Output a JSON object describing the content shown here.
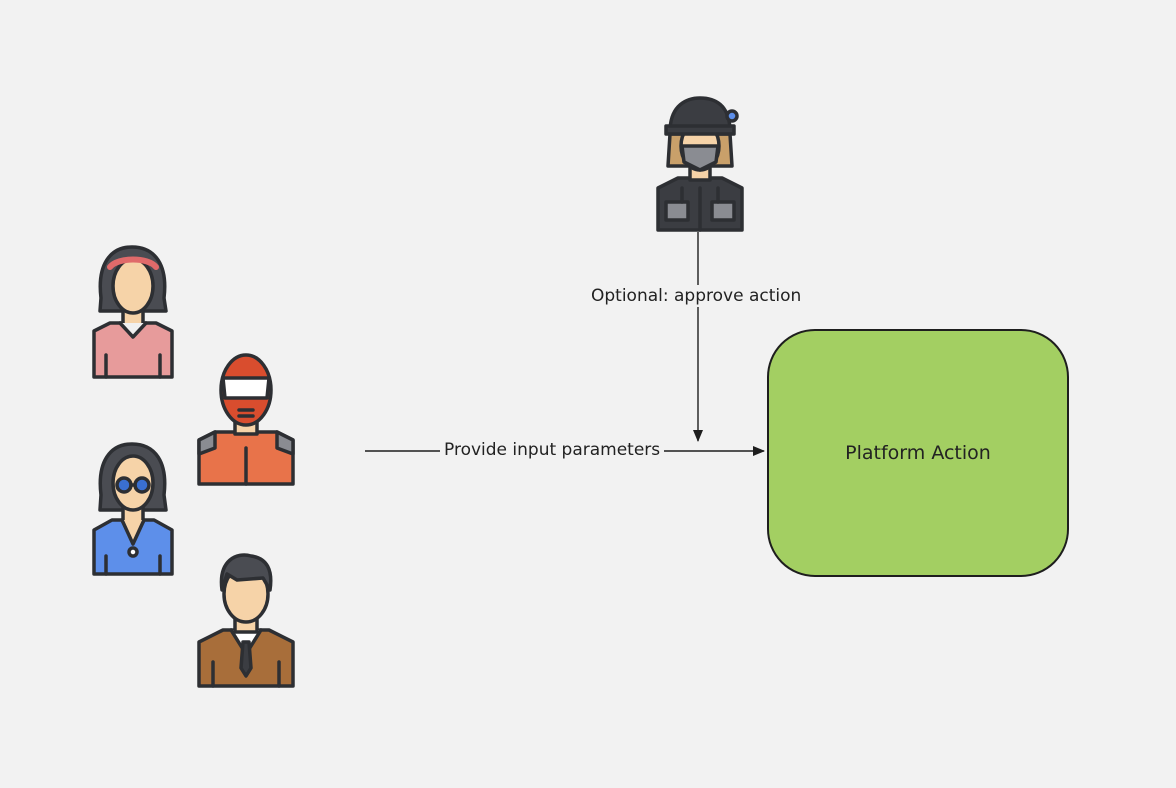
{
  "diagram": {
    "action_box": {
      "label": "Platform Action",
      "fill": "#a3cf62",
      "border": "#1e1e1e"
    },
    "edges": {
      "input": {
        "label": "Provide input parameters"
      },
      "approval": {
        "label": "Optional: approve action"
      }
    },
    "icons": {
      "users": [
        "woman-headband-icon",
        "racer-helmet-icon",
        "woman-glasses-icon",
        "businessman-icon"
      ],
      "approver": "worker-helmet-icon"
    },
    "colors": {
      "background": "#f2f2f2",
      "outline": "#2d2f33",
      "skin": "#f6d3a8",
      "pink_shirt": "#e79b9b",
      "racer_suit": "#e8734a",
      "blue_shirt": "#5d8fea",
      "brown_suit": "#a86e3a",
      "worker_gear": "#3b3d42"
    }
  }
}
